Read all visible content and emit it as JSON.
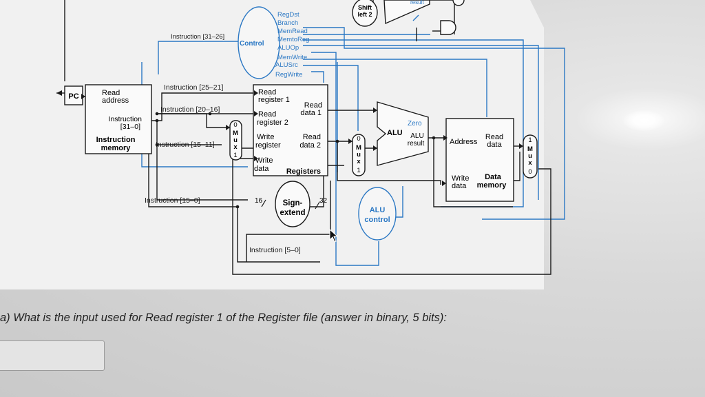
{
  "diagram": {
    "control_signals": [
      "RegDst",
      "Branch",
      "MemRead",
      "MemtoReg",
      "ALUOp",
      "MemWrite",
      "ALUSrc",
      "RegWrite"
    ],
    "shift_left_2": [
      "Shift",
      "left 2"
    ],
    "result_label": "result",
    "control_label": "Control",
    "instr_31_26": "Instruction [31–26]",
    "instr_25_21": "Instruction [25–21]",
    "instr_20_16": "Instruction [20–16]",
    "instr_15_11": "Instruction [15–11]",
    "instr_15_0": "Instruction [15–0]",
    "instr_5_0": "Instruction [5–0]",
    "pc_label": "PC",
    "imem_read_address": [
      "Read",
      "address"
    ],
    "imem_instruction": [
      "Instruction",
      "[31–0]"
    ],
    "imem_name": [
      "Instruction",
      "memory"
    ],
    "reg_read_register_1": [
      "Read",
      "register 1"
    ],
    "reg_read_register_2": [
      "Read",
      "register 2"
    ],
    "reg_write_register": [
      "Write",
      "register"
    ],
    "reg_write_data": [
      "Write",
      "data"
    ],
    "reg_read_data_1": [
      "Read",
      "data 1"
    ],
    "reg_read_data_2": [
      "Read",
      "data 2"
    ],
    "reg_name": "Registers",
    "mux_letters": [
      "M",
      "u",
      "x"
    ],
    "mux_top_zero": "0",
    "mux_bottom_one": "1",
    "alu_label": "ALU",
    "alu_zero": "Zero",
    "alu_result": [
      "ALU",
      "result"
    ],
    "dmem_address": "Address",
    "dmem_read_data": [
      "Read",
      "data"
    ],
    "dmem_write_data": [
      "Write",
      "data"
    ],
    "dmem_name": [
      "Data",
      "memory"
    ],
    "sign_extend": [
      "Sign-",
      "extend"
    ],
    "width_16": "16",
    "width_32": "32",
    "alu_control": [
      "ALU",
      "control"
    ]
  },
  "question": {
    "text": "a) What is the input used for Read register 1 of the Register file (answer in binary, 5 bits):",
    "answer_value": ""
  }
}
